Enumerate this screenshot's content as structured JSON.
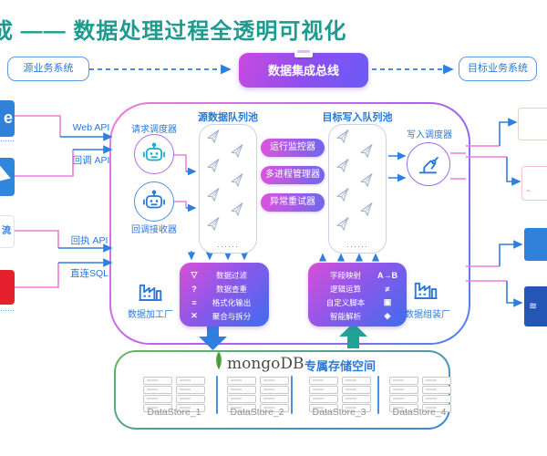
{
  "title": "成 —— 数据处理过程全透明可视化",
  "flow": {
    "source_system": "源业务系统",
    "bus": "数据集成总线",
    "target_system": "目标业务系统"
  },
  "apis": [
    "Web API",
    "回调 API",
    "回执 API",
    "直连SQL"
  ],
  "sources": {
    "logo3_fragment": "流",
    "label_fragment": "⋯⋯"
  },
  "pool": {
    "source_queue_title": "源数据队列池",
    "target_queue_title": "目标写入队列池",
    "request_scheduler": "请求调度器",
    "callback_receiver": "回调接收器",
    "write_scheduler": "写入调度器",
    "monitors": [
      "运行监控器",
      "多进程管理器",
      "异常重试器"
    ],
    "queue_ellipsis": "······",
    "left_factory": "数据加工厂",
    "right_factory": "数据组装厂",
    "left_panel": [
      {
        "icon": "▽",
        "label": "数据过滤"
      },
      {
        "icon": "?",
        "label": "数据查重"
      },
      {
        "icon": "≡",
        "label": "格式化输出"
      },
      {
        "icon": "✕",
        "label": "聚合与拆分"
      }
    ],
    "right_panel": [
      {
        "label": "字段映射",
        "icon": "A→B"
      },
      {
        "label": "逻辑运算",
        "icon": "≠"
      },
      {
        "label": "自定义脚本",
        "icon": "▣"
      },
      {
        "label": "智能解析",
        "icon": "◈"
      }
    ]
  },
  "storage": {
    "brand": "mongoDB",
    "title": "专属存储空间",
    "datastores": [
      "DataStore_1",
      "DataStore_2",
      "DataStore_3",
      "DataStore_4"
    ]
  },
  "colors": {
    "accent_teal": "#1f9a8f",
    "accent_blue": "#2979d9",
    "accent_pink": "#ee7ddd",
    "gradient_purple": "#8a4ff0",
    "mongo_green": "#57a544",
    "logo_red": "#e5212e"
  }
}
